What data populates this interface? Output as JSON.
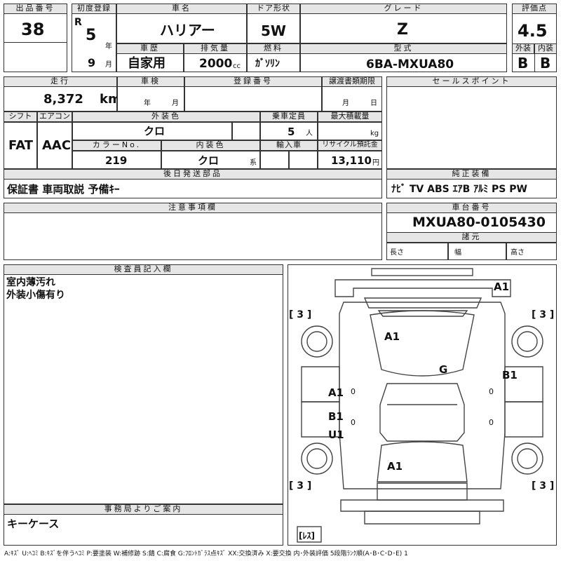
{
  "header": {
    "lot_label": "出品番号",
    "lot_number": "38",
    "first_reg_label": "初度登録",
    "era": "R",
    "year_value": "5",
    "year_unit": "年",
    "month_value": "9",
    "month_unit": "月",
    "car_name_label": "車名",
    "car_name": "ハリアー",
    "door_label": "ドア形状",
    "door": "5W",
    "grade_label": "グレード",
    "grade": "Z",
    "score_label": "評価点",
    "score": "4.5",
    "history_label": "車歴",
    "history": "自家用",
    "displacement_label": "排気量",
    "displacement": "2000",
    "displacement_unit": "cc",
    "fuel_label": "燃料",
    "fuel": "ｶﾞｿﾘﾝ",
    "model_label": "型式",
    "model": "6BA-MXUA80",
    "exterior_label": "外装",
    "exterior_grade": "B",
    "interior_label": "内装",
    "interior_grade": "B"
  },
  "mid": {
    "mileage_label": "走行",
    "mileage": "8,372",
    "mileage_unit": "km",
    "inspection_label": "車検",
    "inspection_year_unit": "年",
    "inspection_month_unit": "月",
    "reg_number_label": "登録番号",
    "transfer_label": "譲渡書類期限",
    "transfer_month_unit": "月",
    "transfer_day_unit": "日",
    "sales_point_label": "セールスポイント",
    "shift_label": "シフト",
    "shift": "FAT",
    "ac_label": "エアコン",
    "ac": "AAC",
    "color_label": "外装色",
    "color": "クロ",
    "seats_label": "乗車定員",
    "seats": "5",
    "seats_unit": "人",
    "load_label": "最大積載量",
    "load_unit": "kg",
    "color_no_label": "カラーNo.",
    "color_no": "219",
    "int_color_label": "内装色",
    "int_color": "クロ",
    "int_color_unit": "系",
    "import_label": "輸入車",
    "recycle_label": "リサイクル預託金",
    "recycle": "13,110",
    "recycle_unit": "円",
    "docs_label": "後日発送部品",
    "docs": "保証書 車両取説 予備ｷｰ",
    "equipment_label": "純正装備",
    "equipment": "ﾅﾋﾞ TV ABS ｴｱB ｱﾙﾐ PS PW",
    "notes_label": "注意事項欄",
    "chassis_label": "車台番号",
    "chassis": "MXUA80-0105430",
    "dims_label": "諸元",
    "length_label": "長さ",
    "width_label": "幅",
    "height_label": "高さ"
  },
  "inspector": {
    "label": "検査員記入欄",
    "line1": "室内薄汚れ",
    "line2": "外装小傷有り"
  },
  "office": {
    "label": "事務局よりご案内",
    "text": "キーケース"
  },
  "diagram": {
    "tire_fl": "[ 3 ]",
    "tire_fr": "[ 3 ]",
    "tire_rl": "[ 3 ]",
    "tire_rr": "[ 3 ]",
    "d_a1_front": "A1",
    "d_a1_hood": "A1",
    "d_g": "G",
    "d_b1_right": "B1",
    "d_a1_left": "A1",
    "d_b1_left": "B1",
    "d_u1_left": "U1",
    "d_a1_rear": "A1",
    "d_zero_l": "0",
    "d_zero_r": "0",
    "d_zero_l2": "0",
    "d_zero_r2": "0",
    "spare": "[ﾚｽ]"
  },
  "footer": {
    "legend": "A:ｷｽﾞ U:ﾍｺﾐ B:ｷｽﾞを伴うﾍｺﾐ P:要塗装 W:補修跡 S:錆 C:腐食 G:ﾌﾛﾝﾄｶﾞﾗｽ点ｷｽﾞ XX:交換済み X:要交換 内･外装評価 5段階ﾗﾝｸ順(A･B･C･D･E) 1"
  }
}
